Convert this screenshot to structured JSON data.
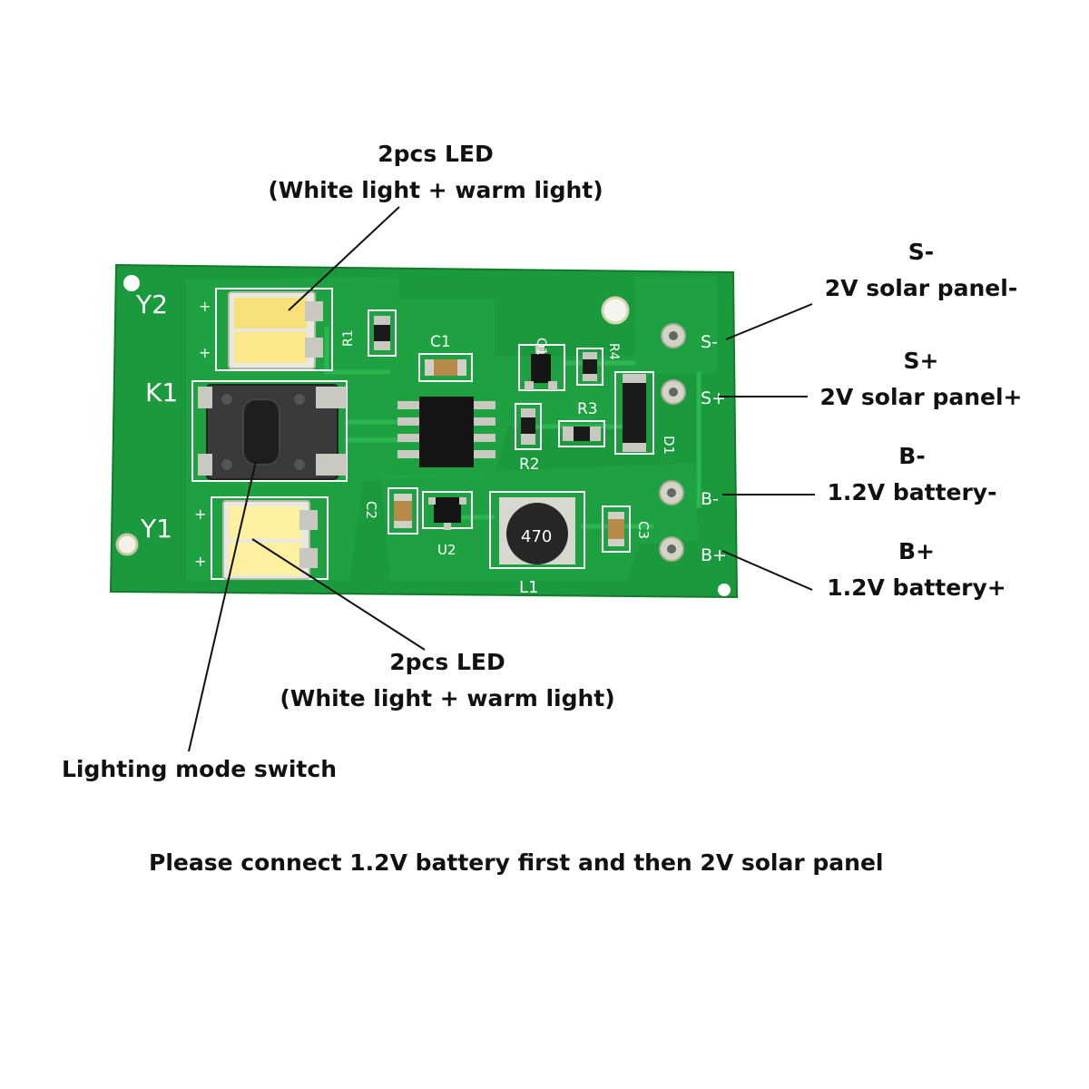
{
  "callouts": {
    "top_led": {
      "line1": "2pcs LED",
      "line2": "(White light + warm light)"
    },
    "bottom_led": {
      "line1": "2pcs LED",
      "line2": "(White light + warm light)"
    },
    "switch": "Lighting mode switch",
    "s_minus": {
      "pin": "S-",
      "desc": "2V solar panel-"
    },
    "s_plus": {
      "pin": "S+",
      "desc": "2V solar panel+"
    },
    "b_minus": {
      "pin": "B-",
      "desc": "1.2V battery-"
    },
    "b_plus": {
      "pin": "B+",
      "desc": "1.2V battery+"
    },
    "note": "Please connect 1.2V battery first and then 2V solar panel"
  },
  "board": {
    "color": "#1a9a3c",
    "trace_color": "#29b24b",
    "labels": {
      "y2": "Y2",
      "y1": "Y1",
      "k1": "K1",
      "c1": "C1",
      "c2": "C2",
      "c3": "C3",
      "r1": "R1",
      "r2": "R2",
      "r3": "R3",
      "r4": "R4",
      "q1": "Q1",
      "d1": "D1",
      "u2": "U2",
      "l1": "L1",
      "inductor_marking": "470",
      "pin_s_minus": "S-",
      "pin_s_plus": "S+",
      "pin_b_minus": "B-",
      "pin_b_plus": "B+",
      "plus": "+"
    }
  }
}
